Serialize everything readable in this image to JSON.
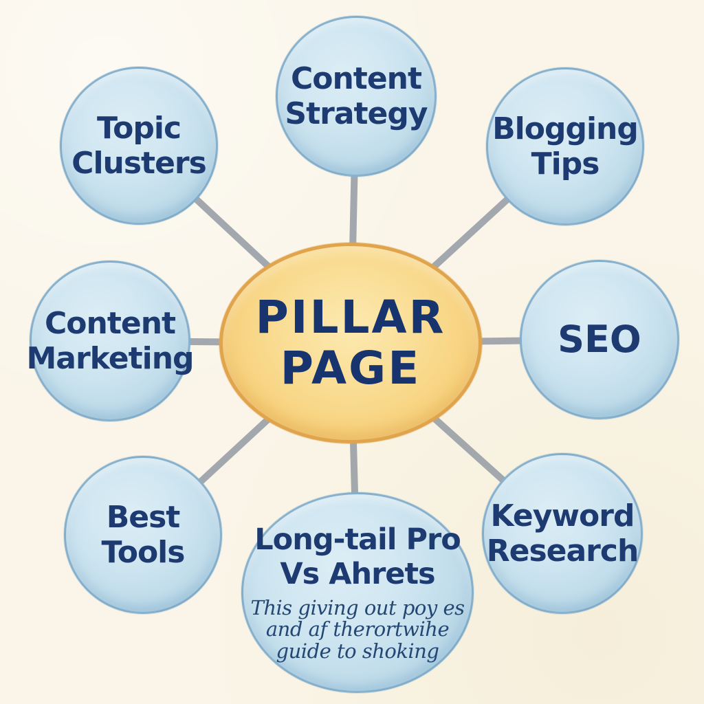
{
  "diagram": {
    "type": "hub-and-spoke mind map",
    "hub": {
      "id": "pillar-page",
      "label": "PILLAR\nPAGE"
    },
    "nodes": [
      {
        "id": "topic-clusters",
        "label": "Topic\nClusters"
      },
      {
        "id": "content-strategy",
        "label": "Content\nStrategy"
      },
      {
        "id": "blogging-tips",
        "label": "Blogging\nTips"
      },
      {
        "id": "content-marketing",
        "label": "Content\nMarketing"
      },
      {
        "id": "seo",
        "label": "SEO"
      },
      {
        "id": "best-tools",
        "label": "Best\nTools"
      },
      {
        "id": "long-tail-pro-vs-ahrets",
        "label": "Long-tail Pro\nVs Ahrets",
        "subtext": "This giving out poy es\nand af therortwihe\nguide to shoking"
      },
      {
        "id": "keyword-research",
        "label": "Keyword\nResearch"
      }
    ],
    "edges": [
      {
        "from": "pillar-page",
        "to": "topic-clusters"
      },
      {
        "from": "pillar-page",
        "to": "content-strategy"
      },
      {
        "from": "pillar-page",
        "to": "blogging-tips"
      },
      {
        "from": "pillar-page",
        "to": "content-marketing"
      },
      {
        "from": "pillar-page",
        "to": "seo"
      },
      {
        "from": "pillar-page",
        "to": "best-tools"
      },
      {
        "from": "pillar-page",
        "to": "long-tail-pro-vs-ahrets"
      },
      {
        "from": "pillar-page",
        "to": "keyword-research"
      }
    ],
    "colors": {
      "background": "#faf5e8",
      "hub_fill": "#f8d78c",
      "hub_border": "#e0a44d",
      "node_fill": "#c9e2ee",
      "node_border": "#71a0c2",
      "text": "#1d3a71",
      "connector": "#9aa0a8"
    }
  }
}
